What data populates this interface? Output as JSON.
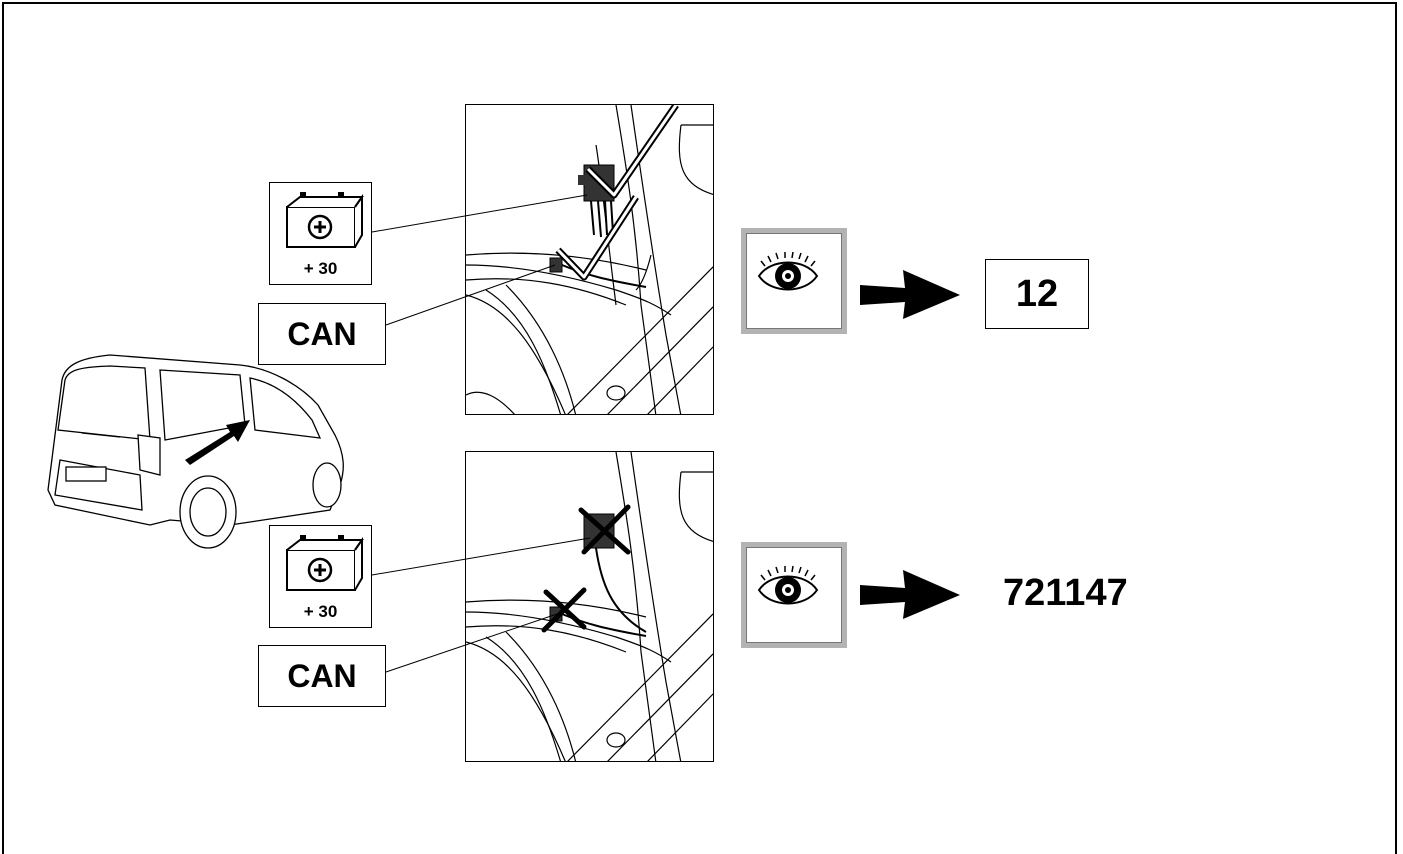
{
  "diagram": {
    "labels": {
      "battery_upper": "+ 30",
      "battery_lower": "+ 30",
      "can_upper": "CAN",
      "can_lower": "CAN"
    },
    "references": {
      "upper": "12",
      "lower": "721147"
    },
    "icons": {
      "battery": "battery-plus-icon",
      "eye": "eye-icon",
      "arrow": "right-arrow-icon",
      "check": "checkmark-icon",
      "cross": "cross-icon",
      "vehicle": "van-rear-view-icon"
    }
  }
}
